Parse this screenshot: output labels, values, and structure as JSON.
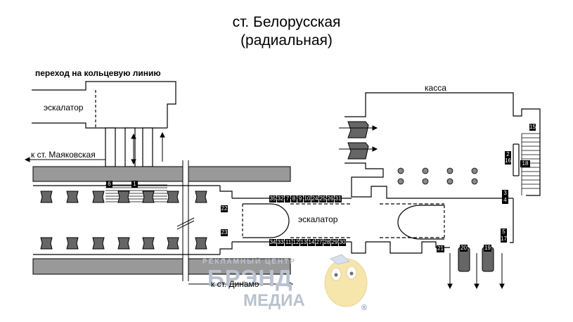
{
  "title": {
    "line1": "ст. Белорусская",
    "line2": "(радиальная)"
  },
  "labels": {
    "transfer": "переход на кольцевую линию",
    "escalator_top": "эскалатор",
    "to_mayakovskaya": "к ст. Маяковская",
    "escalator_middle": "эскалатор",
    "to_dinamo": "к ст. Динамо",
    "kassa": "касса"
  },
  "exit_numbers": {
    "top_row": [
      "35",
      "32",
      "7",
      "8",
      "9",
      "10",
      "24",
      "25",
      "26",
      "31"
    ],
    "bottom_row": [
      "34",
      "33",
      "11",
      "12",
      "13",
      "14",
      "27",
      "28",
      "29",
      "30"
    ],
    "left_hall": [
      "6",
      "1"
    ],
    "mid": [
      "22",
      "23"
    ],
    "right_wall": [
      "15",
      "2",
      "16",
      "18",
      "3",
      "4",
      "5",
      "17"
    ],
    "bottom_cars": [
      "21",
      "20",
      "19"
    ]
  },
  "watermark": {
    "line1": "РЕКЛАМНЫЙ ЦЕНТР",
    "line2": "БРЭНД",
    "line3": "МЕДИА",
    "mark": "®"
  },
  "colors": {
    "platform_gray": "#999999",
    "wall": "#000000",
    "car_fill": "#555555",
    "watermark": "#b9c2cf",
    "mascot": "#f3dc8a"
  }
}
